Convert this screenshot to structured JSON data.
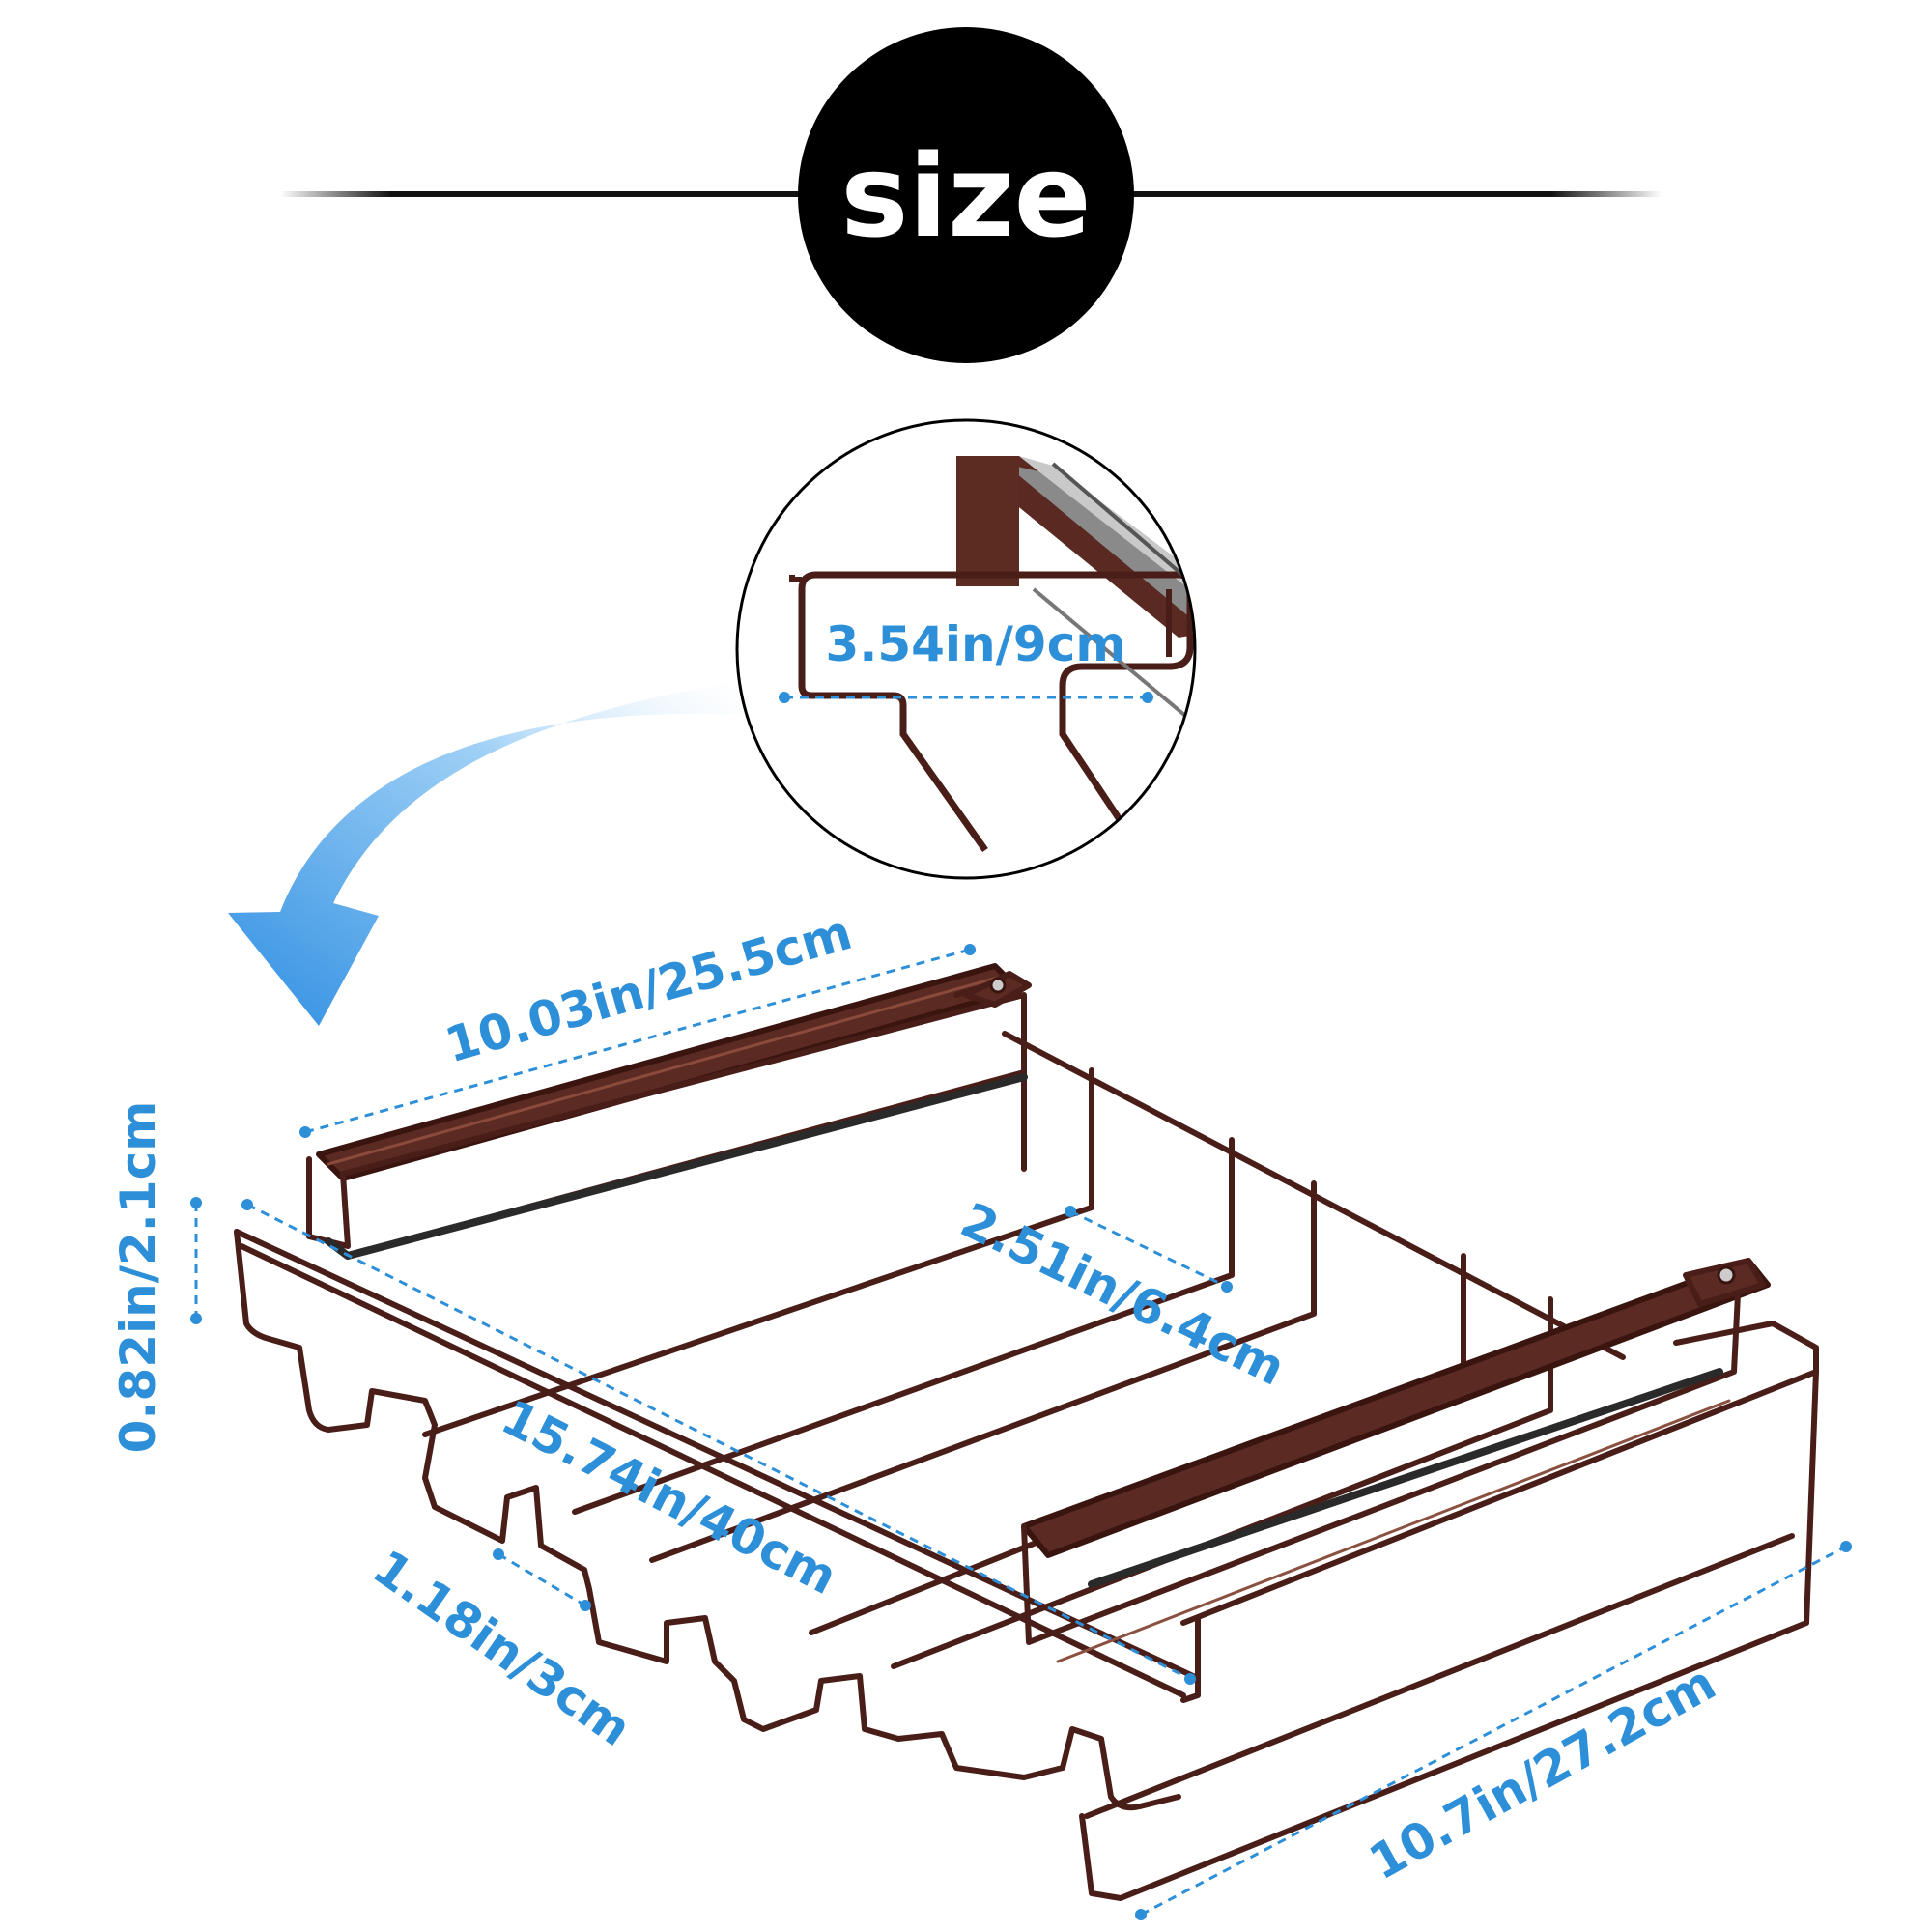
{
  "title": "size",
  "colors": {
    "accent": "#2e8fd9",
    "metal": "#4a1e18",
    "metal_light": "#7a3a2e",
    "rule": "#111111",
    "badge": "#000000"
  },
  "icons": {
    "arrow": "curved-arrow-icon",
    "detail": "magnifier-detail-icon"
  },
  "dimensions": {
    "detail_width": "3.54in/9cm",
    "top_length": "10.03in/25.5cm",
    "height": "0.82in/2.1cm",
    "slot_spacing": "2.51in/6.4cm",
    "depth": "15.74in/40cm",
    "slot_width": "1.18in/3cm",
    "front_width": "10.7in/27.2cm"
  }
}
